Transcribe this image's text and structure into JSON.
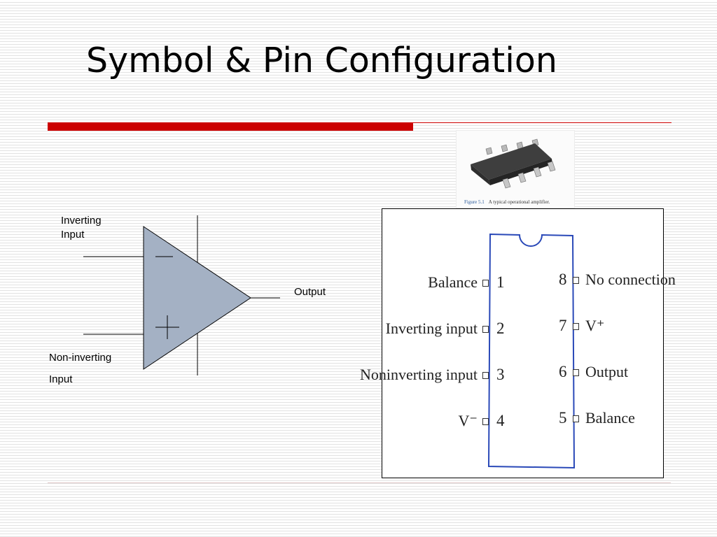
{
  "slide": {
    "title": "Symbol & Pin Configuration"
  },
  "symbol": {
    "inverting_label_line1": "Inverting",
    "inverting_label_line2": "Input",
    "noninverting_label_line1": "Non-inverting",
    "noninverting_label_line2": "Input",
    "output_label": "Output",
    "minus_sign": "—",
    "plus_sign": "+",
    "triangle_fill": "#a4b1c4"
  },
  "photo": {
    "figure_label": "Figure 5.1",
    "caption": "A typical operational amplifier."
  },
  "pinout": {
    "border_color": "#2a49b8",
    "left_pins": [
      {
        "number": "1",
        "label": "Balance"
      },
      {
        "number": "2",
        "label": "Inverting input"
      },
      {
        "number": "3",
        "label": "Noninverting input"
      },
      {
        "number": "4",
        "label": "V⁻"
      }
    ],
    "right_pins": [
      {
        "number": "8",
        "label": "No connection"
      },
      {
        "number": "7",
        "label": "V⁺"
      },
      {
        "number": "6",
        "label": "Output"
      },
      {
        "number": "5",
        "label": "Balance"
      }
    ]
  }
}
